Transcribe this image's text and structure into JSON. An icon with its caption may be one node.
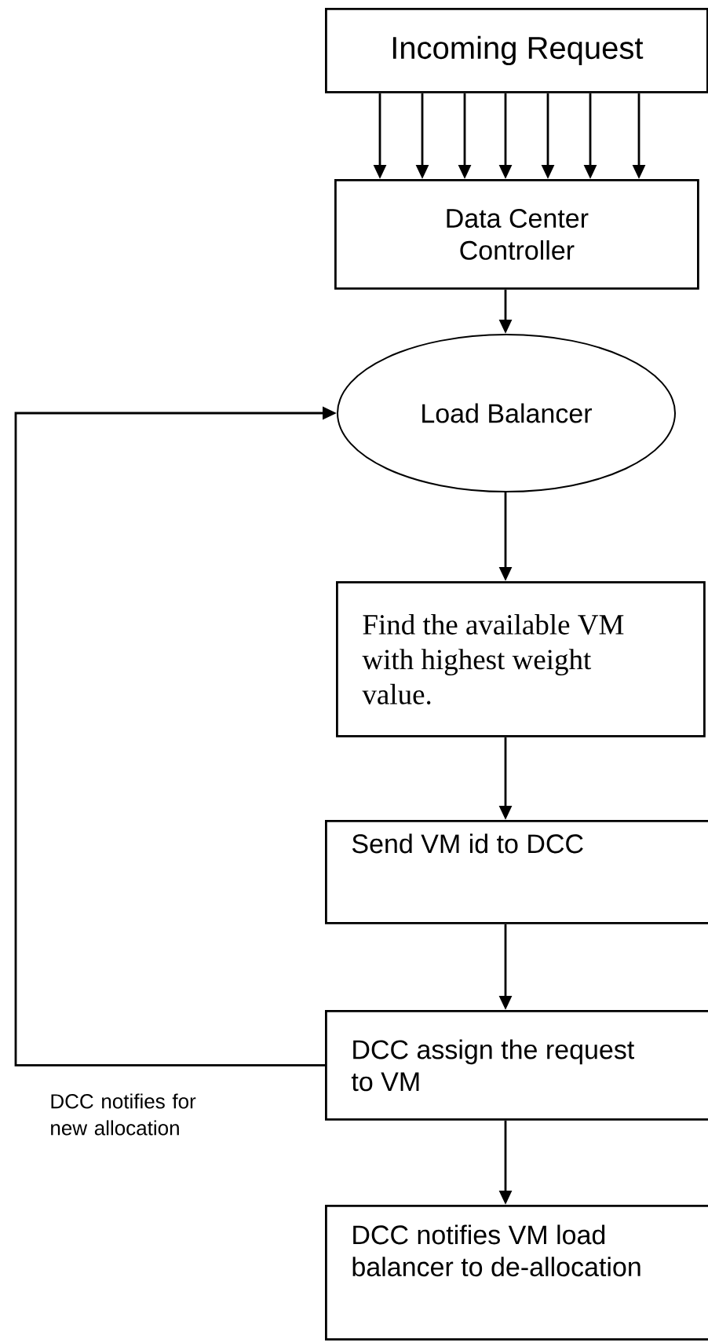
{
  "diagram": {
    "nodes": [
      {
        "text": [
          "Incoming Request"
        ]
      },
      {
        "text": [
          "Data Center Controller"
        ]
      },
      {
        "text": [
          "Load Balancer"
        ]
      },
      {
        "text": [
          "Find the available VM with highest weight value."
        ]
      },
      {
        "text": [
          "Send VM id to DCC"
        ]
      },
      {
        "text": [
          "DCC assign the request to VM"
        ]
      },
      {
        "text": [
          "DCC notifies VM load balancer to de-allocation"
        ]
      }
    ],
    "edges": [
      {
        "from": 0,
        "to": 1,
        "arrow": "to"
      },
      {
        "from": 0,
        "to": 1,
        "arrow": "to"
      },
      {
        "from": 0,
        "to": 1,
        "arrow": "to"
      },
      {
        "from": 0,
        "to": 1,
        "arrow": "to"
      },
      {
        "from": 0,
        "to": 1,
        "arrow": "to"
      },
      {
        "from": 0,
        "to": 1,
        "arrow": "to"
      },
      {
        "from": 0,
        "to": 1,
        "arrow": "to"
      },
      {
        "from": 1,
        "to": 2,
        "arrow": "to"
      },
      {
        "from": 2,
        "to": 3,
        "arrow": "to"
      },
      {
        "from": 3,
        "to": 4,
        "arrow": "to"
      },
      {
        "from": 4,
        "to": 5,
        "arrow": "to"
      },
      {
        "from": 5,
        "to": 6,
        "arrow": "to"
      },
      {
        "from": 5,
        "to": 2,
        "arrow": "to",
        "label": "DCC notifies for new allocation"
      }
    ]
  }
}
